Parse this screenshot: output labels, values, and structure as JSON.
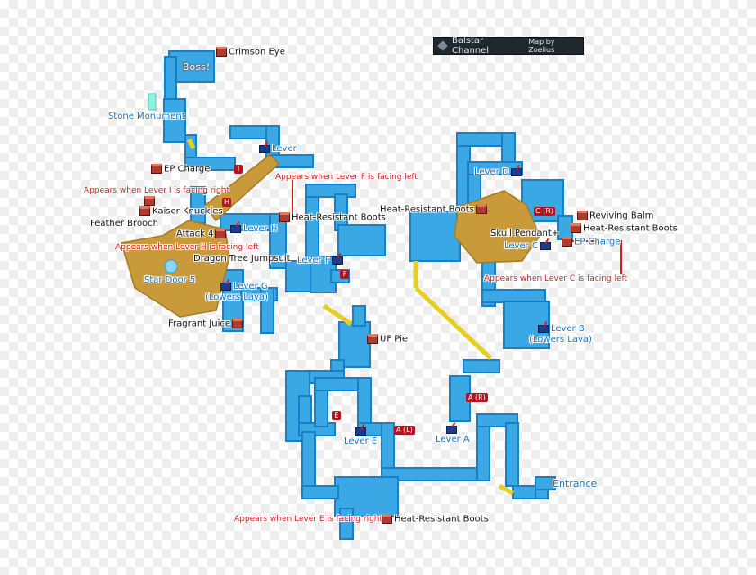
{
  "title_bar": {
    "name": "Balstar Channel",
    "credit": "Map by Zoelius"
  },
  "colors": {
    "corridor": "#3aa8e4",
    "corridor_edge": "#1a7fc4",
    "sand": "#c99a3a",
    "bridge": "#e5cf22",
    "red_line": "#d11f1f",
    "marker": "#b3121f"
  },
  "items": {
    "crimson_eye": "Crimson Eye",
    "ep_charge_left": "EP Charge",
    "kaiser_knuckles": "Kaiser Knuckles",
    "feather_brooch": "Feather Brooch",
    "attack_4": "Attack 4",
    "dragon_tree_jumpsuit": "Dragon Tree Jumpsuit",
    "fragrant_juice": "Fragrant Juice",
    "heat_resistant_boots_1": "Heat-Resistant Boots",
    "heat_resistant_boots_2": "Heat-Resistant Boots",
    "skull_pendant": "Skull Pendant+",
    "reviving_balm": "Reviving Balm",
    "heat_resistant_boots_3": "Heat-Resistant Boots",
    "ep_charge_right": "EP Charge",
    "uf_pie": "UF Pie",
    "heat_resistant_boots_4": "Heat-Resistant Boots"
  },
  "places": {
    "boss": "Boss!",
    "stone_monument": "Stone Monument",
    "star_door": "Star Door 5",
    "entrance": "Entrance"
  },
  "levers": {
    "lever_i": "Lever I",
    "lever_h": "Lever H",
    "lever_g": "Lever G",
    "lever_g_note": "(Lowers Lava)",
    "lever_f": "Lever F",
    "lever_d": "Lever D",
    "lever_c": "Lever C",
    "lever_b": "Lever B",
    "lever_b_note": "(Lowers Lava)",
    "lever_e": "Lever E",
    "lever_a": "Lever A"
  },
  "markers": {
    "i": "I",
    "h": "H",
    "f": "F",
    "e": "E",
    "c_r": "C (R)",
    "a_l": "A (L)",
    "a_r": "A (R)"
  },
  "notes": {
    "lever_f": "Appears when Lever F is facing left",
    "lever_i": "Appears when Lever I is facing right",
    "lever_h": "Appears when Lever H is facing left",
    "lever_c": "Appears when Lever C is facing left",
    "lever_e": "Appears when Lever E is facing right"
  }
}
